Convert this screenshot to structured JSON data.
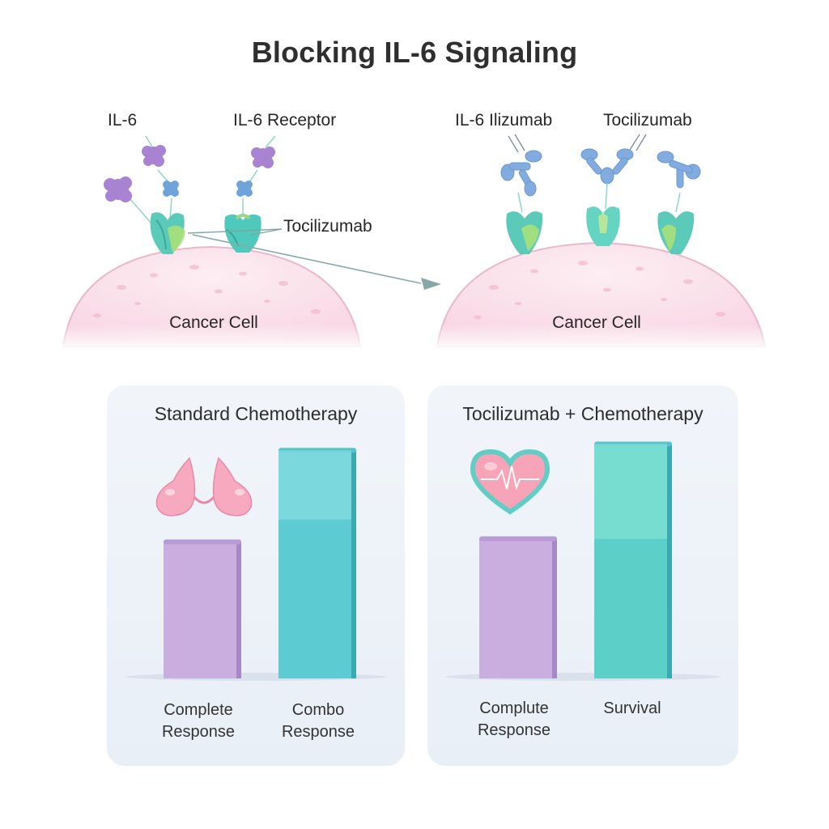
{
  "title": "Blocking IL-6 Signaling",
  "diagram": {
    "left": {
      "label_il6": "IL-6",
      "label_receptor": "IL-6 Receptor",
      "label_drug": "Tocilizumab",
      "cell_label": "Cancer Cell"
    },
    "right": {
      "label_il6": "IL-6 Ilizumab",
      "label_drug": "Tocilizumab",
      "cell_label": "Cancer Cell"
    }
  },
  "panels": [
    {
      "title": "Standard Chemotherapy",
      "icon": "lungs-icon",
      "bars": [
        {
          "label_line1": "Complete",
          "label_line2": "Response",
          "value": 0.44,
          "color": "#c9aedf"
        },
        {
          "label_line1": "Combo",
          "label_line2": "Response",
          "value": 0.73,
          "color": "#5cccd2"
        }
      ]
    },
    {
      "title": "Tocilizumab + Chemotherapy",
      "icon": "heart-pulse-icon",
      "bars": [
        {
          "label_line1": "Complute",
          "label_line2": "Response",
          "value": 0.45,
          "color": "#c9aedf"
        },
        {
          "label_line1": "Survival",
          "label_line2": "",
          "value": 0.75,
          "color": "#5ccfc8"
        }
      ]
    }
  ],
  "colors": {
    "cell": "#fbe0ea",
    "il6": "#a883d1",
    "receptor": "#66cfc3",
    "antibody": "#82acdf",
    "bar_purple": "#c9aedf",
    "bar_teal": "#5cccd2"
  }
}
